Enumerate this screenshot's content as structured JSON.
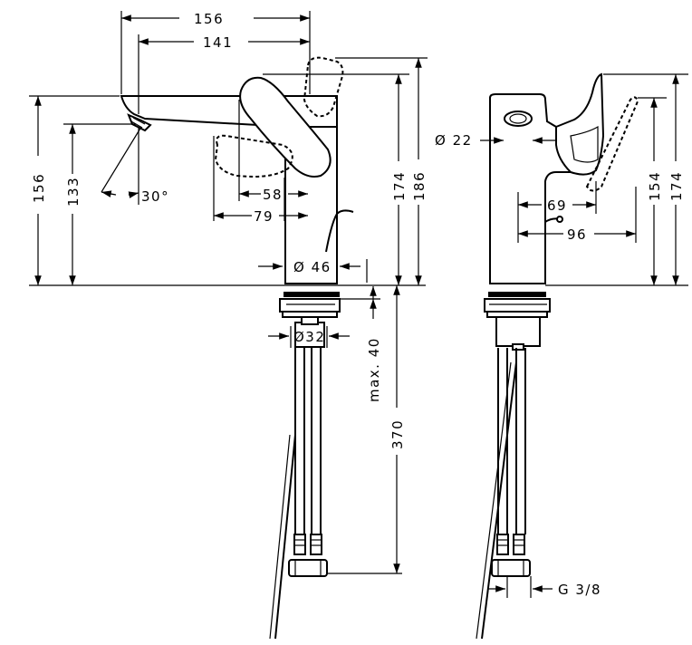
{
  "dimensions": {
    "top_width_156": "156",
    "spout_141": "141",
    "height_left_156": "156",
    "spout_height_133": "133",
    "angle_30": "30°",
    "handle_58": "58",
    "handle_79": "79",
    "body_dia_46": "Ø 46",
    "height_174": "174",
    "height_186": "186",
    "hose_dia_32": "Ø32",
    "max_40": "max. 40",
    "hose_370": "370",
    "aerator_dia_22": "Ø 22",
    "side_69": "69",
    "side_96": "96",
    "side_154": "154",
    "side_174": "174",
    "thread_g38": "G 3/8"
  }
}
